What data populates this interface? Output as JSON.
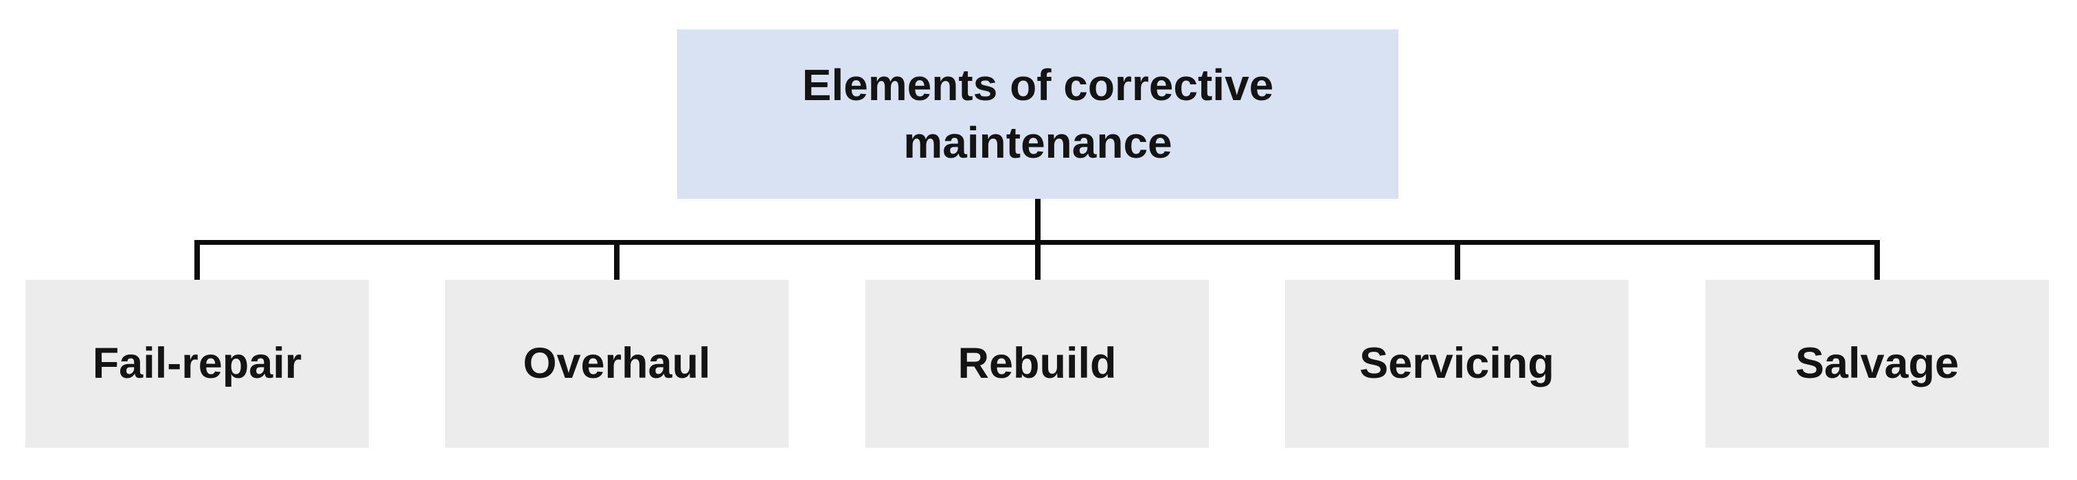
{
  "diagram": {
    "title": "Elements of corrective maintenance",
    "root": {
      "label": "Elements of corrective maintenance"
    },
    "children": [
      {
        "label": "Fail-repair"
      },
      {
        "label": "Overhaul"
      },
      {
        "label": "Rebuild"
      },
      {
        "label": "Servicing"
      },
      {
        "label": "Salvage"
      }
    ],
    "colors": {
      "root_fill": "#d8e2f2",
      "child_fill": "#ececec",
      "line": "#0b0b0b",
      "text": "#141414",
      "background": "#ffffff"
    }
  }
}
